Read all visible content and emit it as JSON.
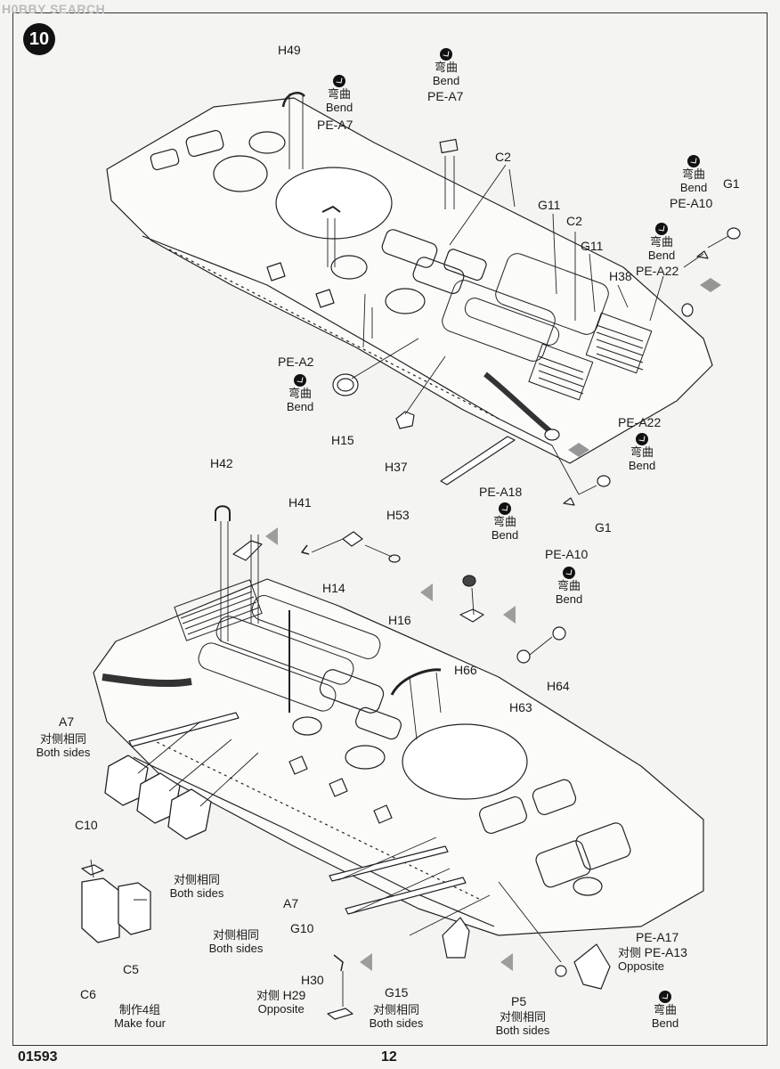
{
  "watermark": "H0BBY SEARCH",
  "step_number": "10",
  "footer": {
    "code": "01593",
    "page": "12"
  },
  "terms": {
    "bend_cn": "弯曲",
    "bend_en": "Bend",
    "both_sides_cn": "对侧相同",
    "both_sides_en": "Both sides",
    "opposite_cn": "对侧",
    "opposite_en": "Opposite",
    "make_four_cn": "制作4组",
    "make_four_en": "Make four"
  },
  "parts": {
    "h49": "H49",
    "pe_a7_a": "PE-A7",
    "pe_a7_b": "PE-A7",
    "c2_a": "C2",
    "c2_b": "C2",
    "g11_a": "G11",
    "g11_b": "G11",
    "g1_a": "G1",
    "g1_b": "G1",
    "pe_a10_a": "PE-A10",
    "pe_a10_b": "PE-A10",
    "pe_a22_a": "PE-A22",
    "pe_a22_b": "PE-A22",
    "h38": "H38",
    "pe_a2": "PE-A2",
    "h15": "H15",
    "h37": "H37",
    "pe_a18": "PE-A18",
    "h42": "H42",
    "h41": "H41",
    "h53": "H53",
    "h14": "H14",
    "h16": "H16",
    "h66": "H66",
    "h63": "H63",
    "h64": "H64",
    "a7_a": "A7",
    "a7_b": "A7",
    "c10": "C10",
    "c5": "C5",
    "c6": "C6",
    "g10": "G10",
    "h30": "H30",
    "h29": "H29",
    "g15": "G15",
    "p5": "P5",
    "pe_a17": "PE-A17",
    "pe_a13": "PE-A13"
  }
}
